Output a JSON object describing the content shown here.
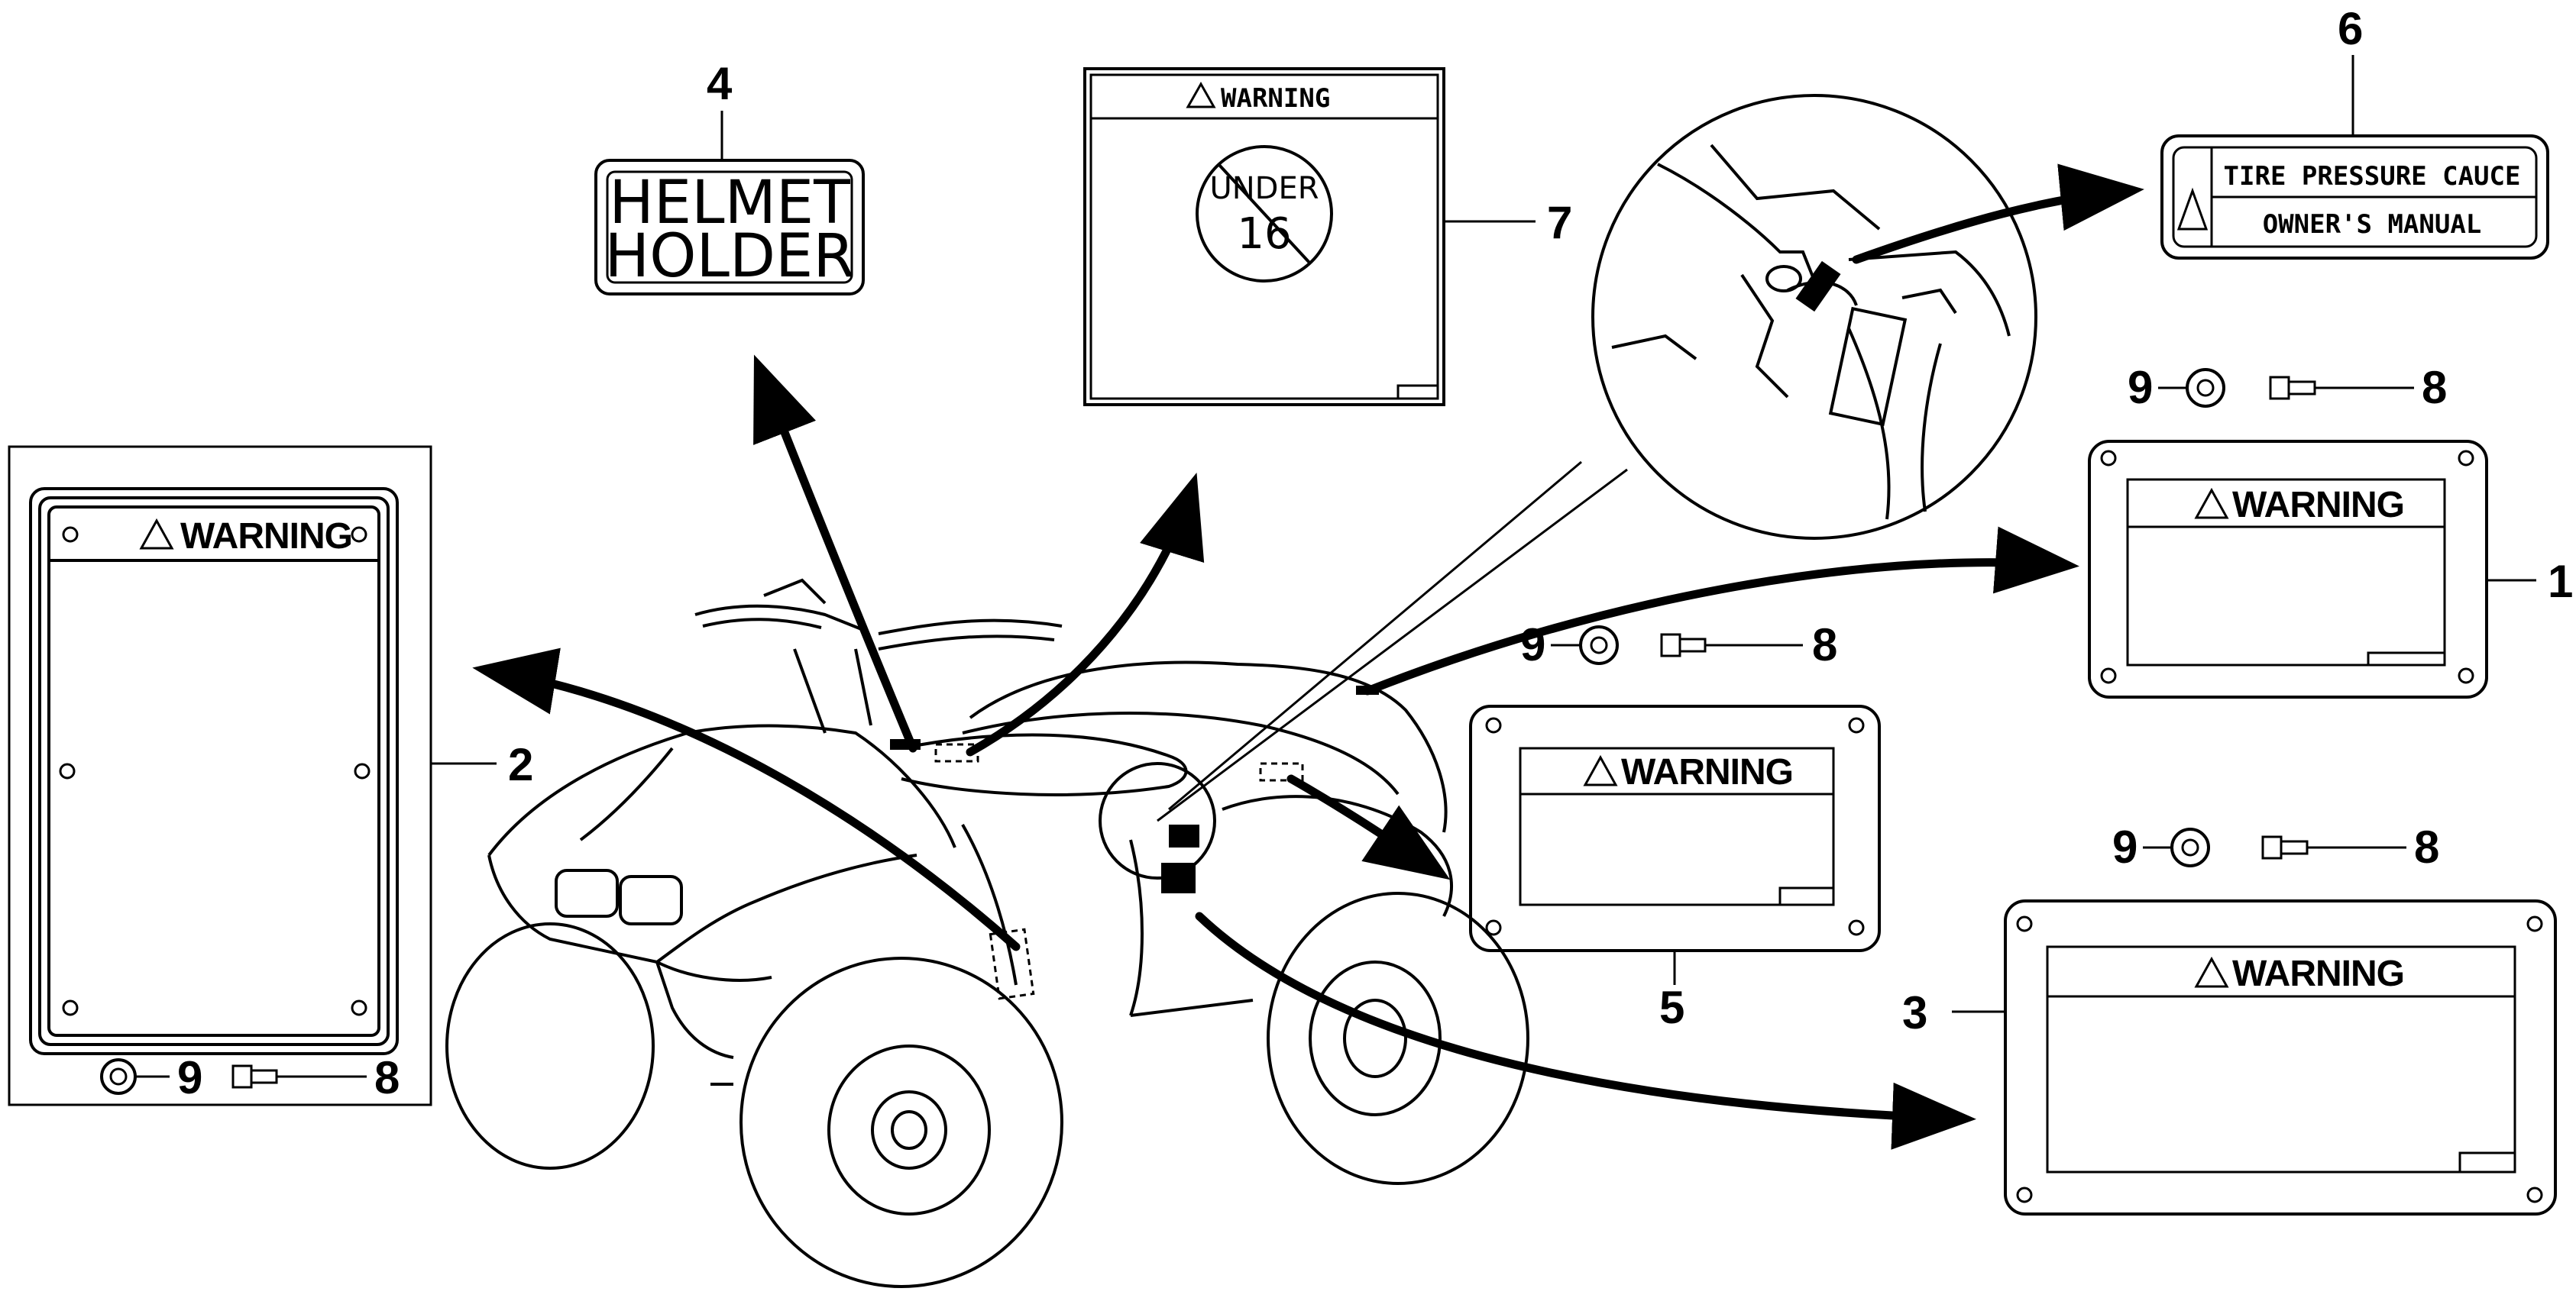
{
  "labels": {
    "warning_heading": "WARNING",
    "helmet_line1": "HELMET",
    "helmet_line2": "HOLDER",
    "under_text": "UNDER",
    "age_text": "16",
    "tire_pressure": "TIRE PRESSURE CAUCE",
    "owners_manual": "OWNER'S MANUAL"
  },
  "callouts": {
    "n1": "1",
    "n2": "2",
    "n3": "3",
    "n4": "4",
    "n5": "5",
    "n6": "6",
    "n7": "7",
    "n8": "8",
    "n9": "9"
  },
  "colors": {
    "ink": "#000000",
    "paper": "#ffffff"
  }
}
